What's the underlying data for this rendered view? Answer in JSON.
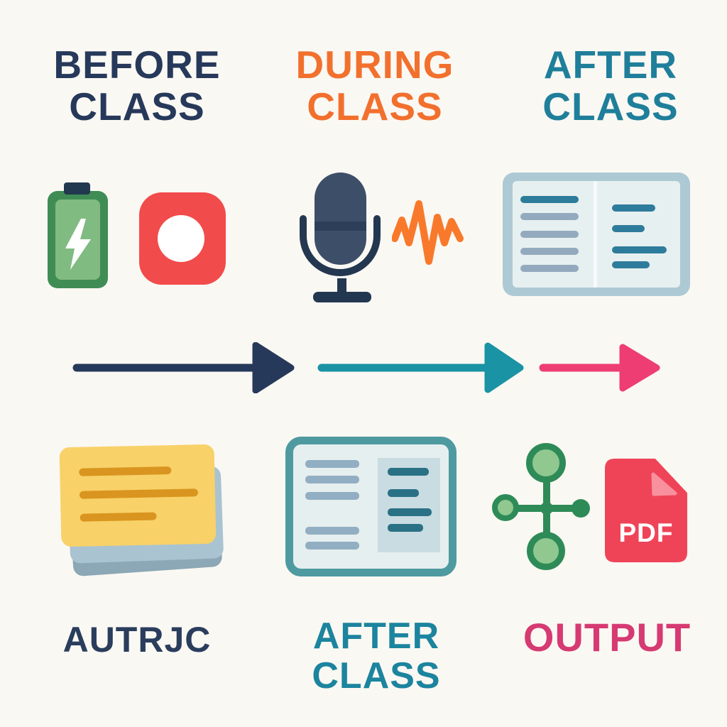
{
  "headers": {
    "col1": {
      "text": "BEFORE\nCLASS",
      "color": "#27395A"
    },
    "col2": {
      "text": "DURING\nCLASS",
      "color": "#F2702E"
    },
    "col3": {
      "text": "AFTER\nCLASS",
      "color": "#1F7F9B"
    }
  },
  "footers": {
    "col1": {
      "text": "AUTRJC",
      "color": "#2A3D5C"
    },
    "col2": {
      "text": "AFTER\nCLASS",
      "color": "#1C849E"
    },
    "col3": {
      "text": "OUTPUT",
      "color": "#D63A72"
    }
  },
  "pdf": {
    "label": "PDF"
  },
  "icons": {
    "row1": [
      "battery-charging-icon",
      "record-button-icon",
      "microphone-icon",
      "audio-waveform-icon",
      "open-notebook-icon"
    ],
    "row2": [
      "flashcards-stack-icon",
      "notes-tablet-icon",
      "mindmap-node-icon",
      "pdf-file-icon"
    ],
    "arrows": [
      "navy-arrow-icon",
      "teal-arrow-icon",
      "pink-arrow-icon"
    ]
  },
  "palette": {
    "background": "#FAF8F3",
    "navy": "#27395A",
    "orange": "#F2702E",
    "teal": "#1F7F9B",
    "teal_arrow": "#1A93A4",
    "pink_arrow": "#EE3D72",
    "pink_text": "#D63A72",
    "battery_green": "#3F8D55",
    "battery_green_light": "#80BB81",
    "record_red": "#F14B4B",
    "mic_navy": "#3D4E68",
    "waveform_orange": "#F8792B",
    "notebook_border": "#ADC9D4",
    "card_yellow": "#F8D168",
    "card_line_orange": "#D9951F",
    "mindmap_green": "#2E8B57",
    "pdf_red": "#EF4458",
    "pdf_fold": "#F8919D"
  }
}
